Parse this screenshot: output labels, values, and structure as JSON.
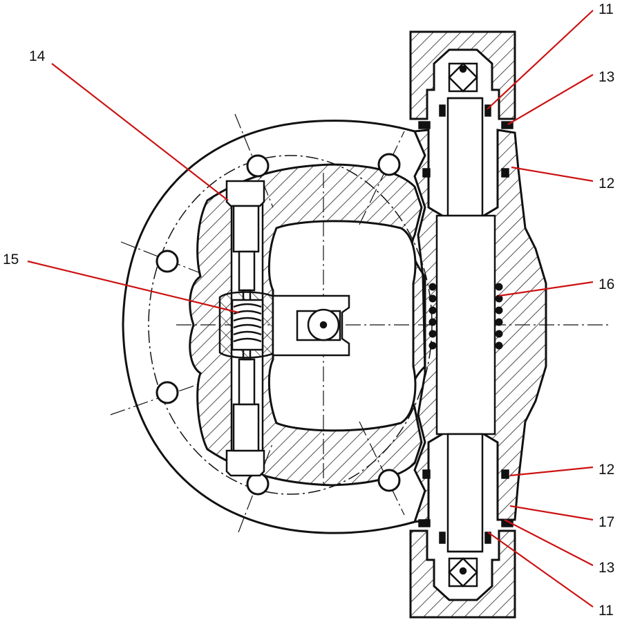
{
  "colors": {
    "line": "#111111",
    "hatch": "#222222",
    "leader": "#cc1111",
    "background": "#ffffff"
  },
  "callouts": [
    {
      "id": "c14",
      "label": "14"
    },
    {
      "id": "c15",
      "label": "15"
    },
    {
      "id": "c11_top",
      "label": "11"
    },
    {
      "id": "c13_top",
      "label": "13"
    },
    {
      "id": "c12_top",
      "label": "12"
    },
    {
      "id": "c16",
      "label": "16"
    },
    {
      "id": "c12_bottom",
      "label": "12"
    },
    {
      "id": "c17",
      "label": "17"
    },
    {
      "id": "c13_bottom",
      "label": "13"
    },
    {
      "id": "c11_bottom",
      "label": "11"
    }
  ]
}
